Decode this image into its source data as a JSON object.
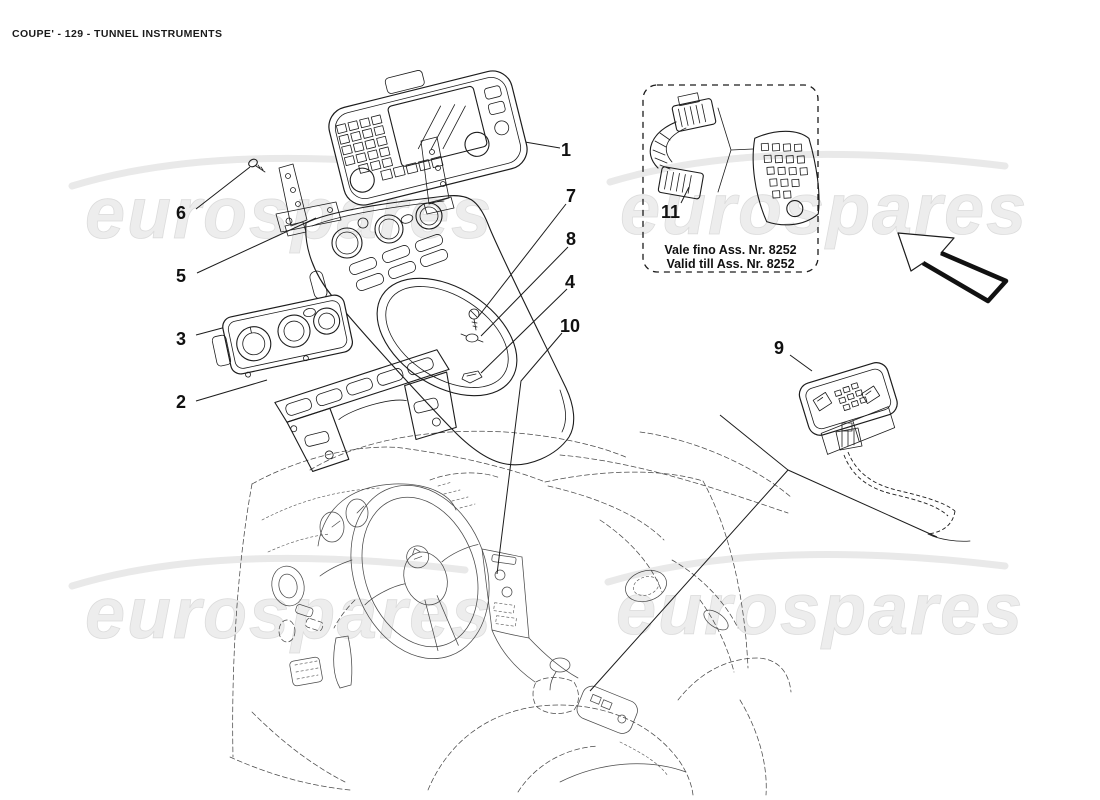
{
  "header": {
    "title": "COUPE' - 129 - TUNNEL INSTRUMENTS"
  },
  "watermark": {
    "text": "eurospares",
    "color": "#ededed"
  },
  "note_box": {
    "line1": "Vale fino Ass. Nr. 8252",
    "line2": "Valid till Ass. Nr. 8252"
  },
  "labels": {
    "n1": "1",
    "n2": "2",
    "n3": "3",
    "n4": "4",
    "n5": "5",
    "n6": "6",
    "n7": "7",
    "n8": "8",
    "n9": "9",
    "n10": "10",
    "n11": "11"
  },
  "colors": {
    "line": "#1c1c1c",
    "sketch": "#4a4a4a",
    "watermark": "#ededed",
    "background": "#ffffff"
  },
  "icons": {
    "direction_arrow": "block-arrow-up-left"
  }
}
